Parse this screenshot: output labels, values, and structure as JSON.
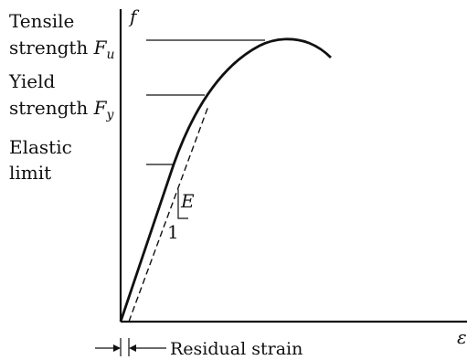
{
  "axis": {
    "y_label": "f",
    "x_label": "ε"
  },
  "labels": {
    "tensile_line1": "Tensile",
    "tensile_line2_text": "strength ",
    "tensile_symbol_main": "F",
    "tensile_symbol_sub": "u",
    "yield_line1": "Yield",
    "yield_line2_text": "strength ",
    "yield_symbol_main": "F",
    "yield_symbol_sub": "y",
    "elastic_line1": "Elastic",
    "elastic_line2": "limit",
    "modulus": "E",
    "slope_unit": "1",
    "residual_strain": "Residual strain"
  },
  "colors": {
    "ink": "#111111",
    "background": "#ffffff"
  }
}
